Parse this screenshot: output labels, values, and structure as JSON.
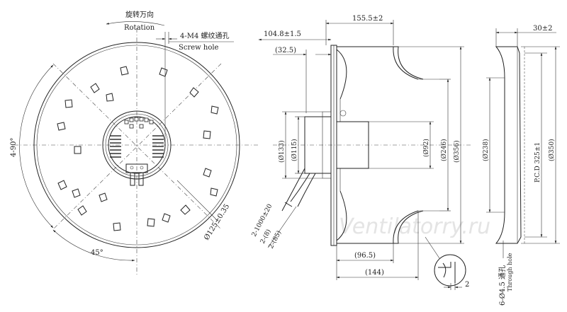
{
  "labels": {
    "rotation_cn": "旋转万向",
    "rotation_en": "Rotation",
    "screw_cn": "4-M4 螺纹通孔",
    "screw_en": "Screw hole",
    "angle_4x90": "4-90°",
    "angle_45": "45°",
    "d125": "Ø125±0.35",
    "lead_len": "2-1000±20",
    "lead_8": "2-(8)",
    "lead_85": "2-(85)",
    "dim_104_8": "104.8±1.5",
    "dim_32_5": "(32.5)",
    "dim_155_5": "155.5±2",
    "dim_133": "(Ø133)",
    "dim_115": "(Ø115)",
    "dim_92": "(Ø92)",
    "dim_246": "(Ø246)",
    "dim_356": "(Ø356)",
    "dim_96_5": "(96.5)",
    "dim_144": "(144)",
    "dim_2": "2",
    "dim_30": "30±2",
    "dim_238": "(Ø238)",
    "pcd": "P.C.D 325±1",
    "dim_350": "(Ø350)",
    "through_cn": "6-Ø4.5 通孔",
    "through_en": "Through hole",
    "watermark": "Ventilatorry.ru"
  }
}
